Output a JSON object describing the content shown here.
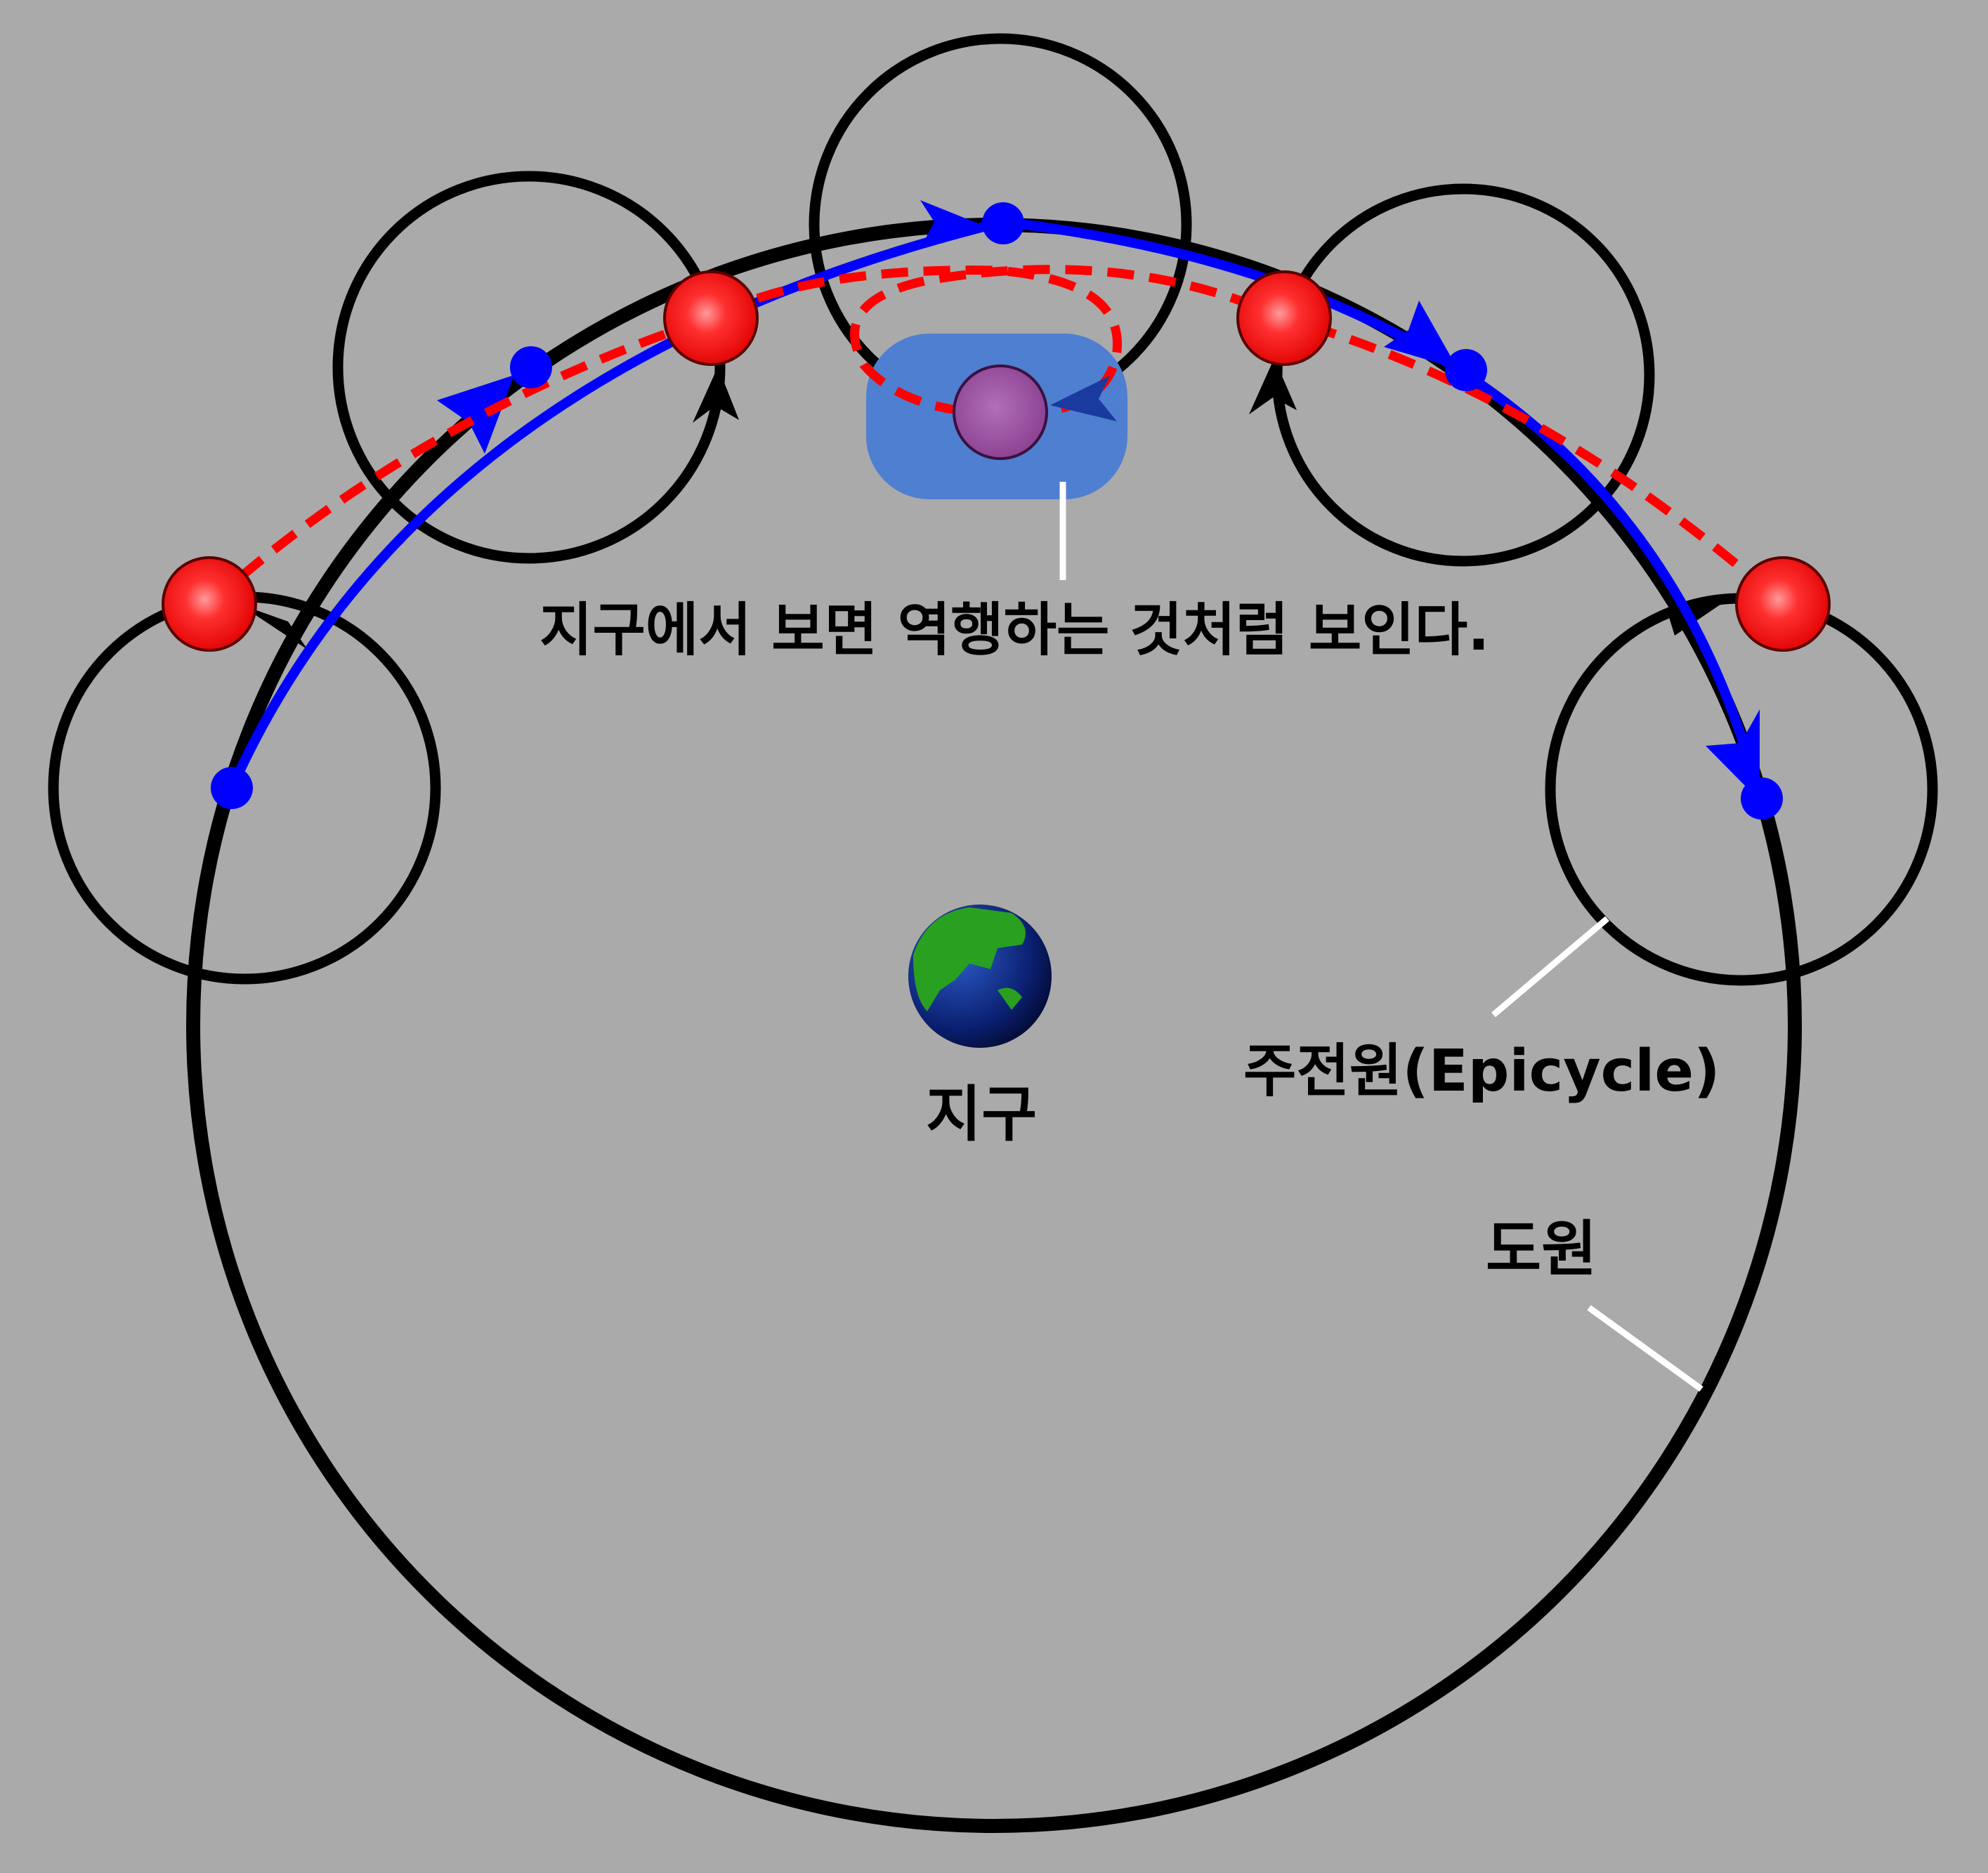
{
  "labels": {
    "retrograde_note": "지구에서 보면 역행하는 것처럼 보인다.",
    "earth": "지구",
    "epicycle": "주전원(Epicycle)",
    "deferent": "도원"
  },
  "colors": {
    "background": "#aaaaaa",
    "circles": "#000000",
    "deferent_path": "#0000ff",
    "planet_path": "#ff0000",
    "planet": "#ff2222",
    "highlight": "#4f7fd0",
    "leader_lines": "#ffffff"
  },
  "icons": {
    "earth": "earth-globe-icon",
    "planet": "planet-dot-icon",
    "epicycle_center": "epicycle-center-dot-icon"
  }
}
